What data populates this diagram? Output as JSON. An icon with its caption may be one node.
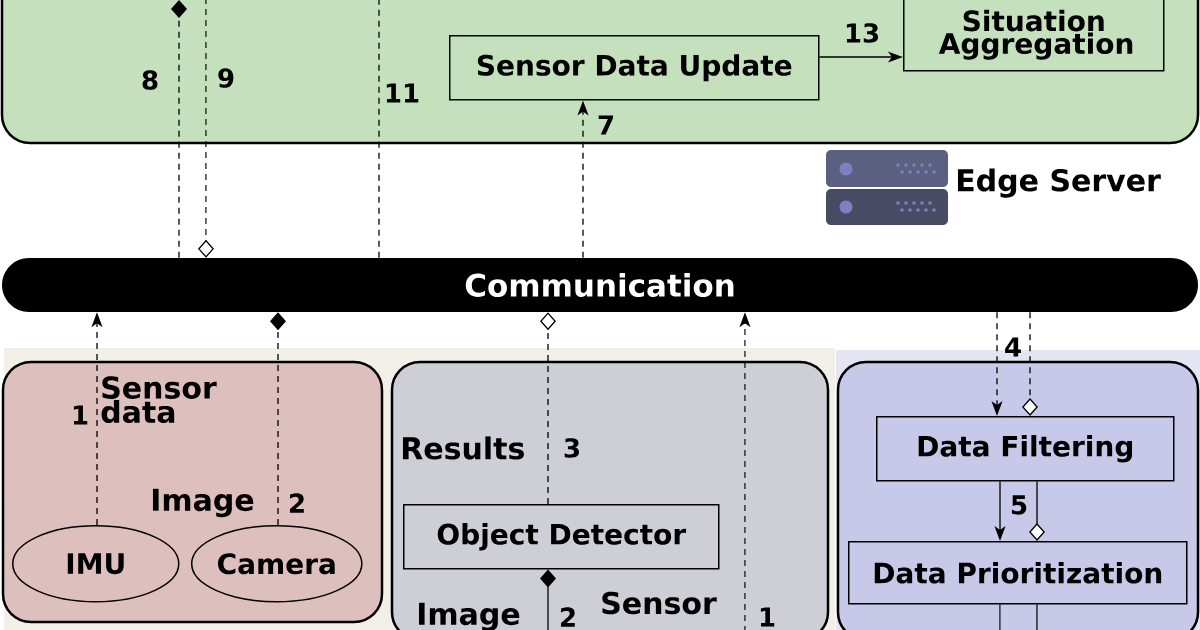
{
  "diagram": {
    "nodes": [
      {
        "text": [
          "Edge Server"
        ]
      },
      {
        "text": [
          "Sensor Data Update"
        ],
        "in": 0
      },
      {
        "text": [
          "Situation Aggregation"
        ],
        "in": 0
      },
      {
        "text": [
          "Communication"
        ]
      },
      {
        "text": [],
        "shape": "box"
      },
      {
        "text": [
          "IMU"
        ],
        "in": 4
      },
      {
        "text": [
          "Camera"
        ],
        "in": 4
      },
      {
        "text": [],
        "shape": "box"
      },
      {
        "text": [
          "Object Detector"
        ],
        "in": 7
      },
      {
        "text": [],
        "shape": "box"
      },
      {
        "text": [
          "Data Filtering"
        ],
        "in": 9
      },
      {
        "text": [
          "Data Prioritization"
        ],
        "in": 9
      }
    ],
    "edges": [
      {
        "from": 5,
        "to": 3,
        "arrow": "to",
        "label": "1",
        "style": "dashed"
      },
      {
        "from": 6,
        "to": 3,
        "arrow": "other",
        "label": "2",
        "style": "dashed"
      },
      {
        "from": 8,
        "to": 3,
        "arrow": "other",
        "label": "3",
        "style": "dashed"
      },
      {
        "from": 7,
        "to": 3,
        "arrow": "to",
        "label": "1",
        "style": "dashed"
      },
      {
        "from": 7,
        "to": 8,
        "arrow": "other",
        "label": "2"
      },
      {
        "from": 3,
        "to": 10,
        "arrow": "to",
        "label": "4",
        "style": "dashed"
      },
      {
        "from": 3,
        "to": 10,
        "arrow": "other",
        "style": "dashed"
      },
      {
        "from": 10,
        "to": 11,
        "arrow": "to",
        "label": "5"
      },
      {
        "from": 10,
        "to": 11,
        "arrow": "other"
      },
      {
        "from": 11,
        "to": 9,
        "arrow": "none"
      },
      {
        "from": 11,
        "to": 9,
        "arrow": "none"
      },
      {
        "from": 3,
        "to": 1,
        "arrow": "to",
        "label": "7",
        "style": "dashed"
      },
      {
        "from": 3,
        "to": 0,
        "arrow": "other",
        "label": "8",
        "style": "dashed"
      },
      {
        "from": 0,
        "to": 3,
        "arrow": "other",
        "label": "9",
        "style": "dashed"
      },
      {
        "from": 3,
        "to": 0,
        "arrow": "none",
        "label": "11",
        "style": "dashed"
      },
      {
        "from": 1,
        "to": 2,
        "arrow": "to",
        "label": "13"
      }
    ],
    "labels": [
      "Sensor data",
      "Image",
      "Results",
      "Image",
      "Sensor"
    ]
  }
}
